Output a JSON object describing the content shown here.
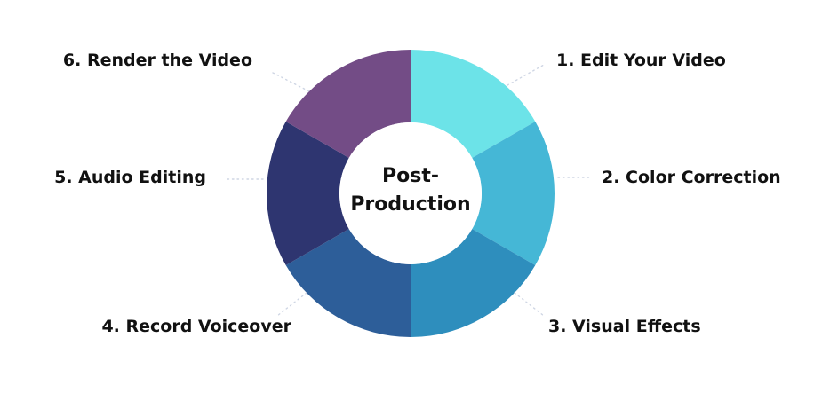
{
  "diagram": {
    "center": {
      "line1": "Post-",
      "line2": "Production",
      "fill": "#ffffff"
    },
    "steps": [
      {
        "label": "1. Edit Your Video",
        "color": "#6ce3e8"
      },
      {
        "label": "2. Color Correction",
        "color": "#45b7d6"
      },
      {
        "label": "3. Visual Effects",
        "color": "#2e8ebd"
      },
      {
        "label": "4. Record Voiceover",
        "color": "#2d5e99"
      },
      {
        "label": "5. Audio Editing",
        "color": "#2e3570"
      },
      {
        "label": "6. Render the Video",
        "color": "#734c86"
      }
    ]
  }
}
